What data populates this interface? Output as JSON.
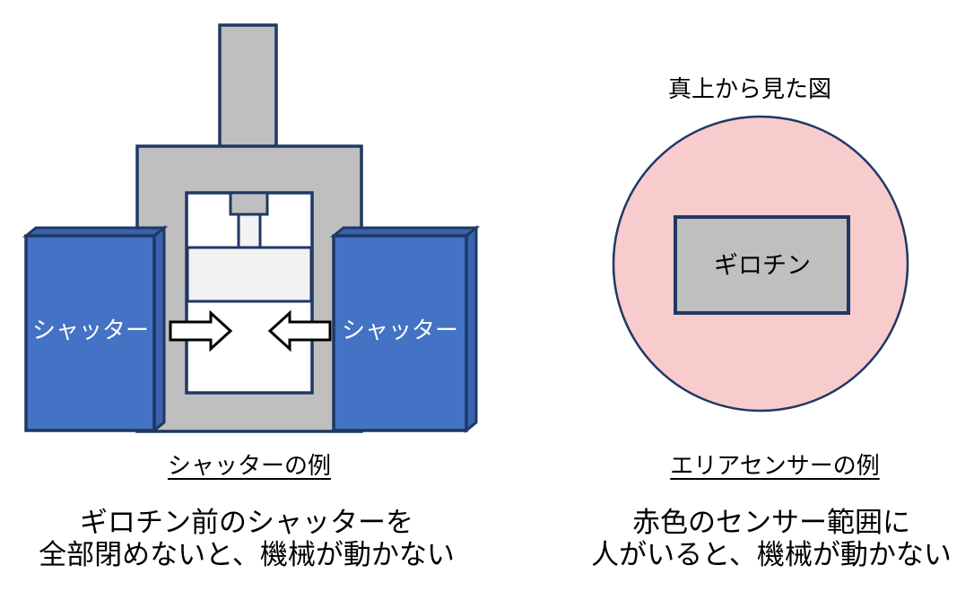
{
  "colors": {
    "outline_navy": "#1F3864",
    "machine_gray": "#BFBFBF",
    "machine_light_gray": "#F2F2F2",
    "shutter_blue": "#4472C4",
    "shutter_blue_shade": "#3A62AE",
    "sensor_pink": "#F8CBCC",
    "arrow_fill": "#FFFFFF",
    "arrow_outline": "#000000",
    "text_color": "#000000",
    "shutter_label_color": "#FFFFFF"
  },
  "left": {
    "shutter_label": "シャッター",
    "caption": "シャッターの例",
    "description_line1": "ギロチン前のシャッターを",
    "description_line2": "全部閉めないと、機械が動かない"
  },
  "right": {
    "title": "真上から見た図",
    "machine_label": "ギロチン",
    "caption": "エリアセンサーの例",
    "description_line1": "赤色のセンサー範囲に",
    "description_line2": "人がいると、機械が動かない"
  }
}
